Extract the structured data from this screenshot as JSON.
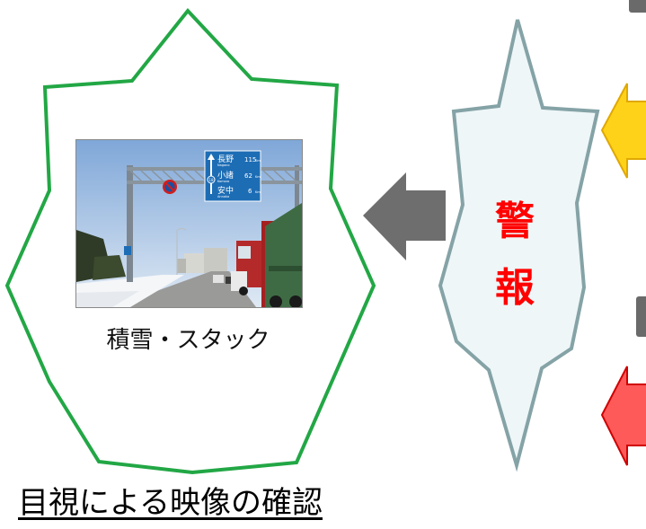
{
  "photo": {
    "caption": "積雪・スタック",
    "road_sign": {
      "rows": [
        {
          "place": "長野",
          "romaji": "Nagano",
          "distance": "115"
        },
        {
          "place": "小諸",
          "romaji": "Komoro",
          "distance": "62"
        },
        {
          "place": "安中",
          "romaji": "Annaka",
          "distance": "6"
        }
      ],
      "unit": "Km",
      "route_number": "18"
    }
  },
  "alert_badge": {
    "chars": [
      "警",
      "報"
    ]
  },
  "bottom_title": "目視による映像の確認",
  "colors": {
    "green_outline": "#22a745",
    "badge_outline": "#85a3a6",
    "badge_fill": "#eef6f8",
    "alert_text": "#ff0000",
    "gray_arrow": "#6e6e6e",
    "yellow_arrow": "#ffd21a",
    "red_arrow": "#ff5a5a",
    "gray_box": "#6a6a6a"
  }
}
